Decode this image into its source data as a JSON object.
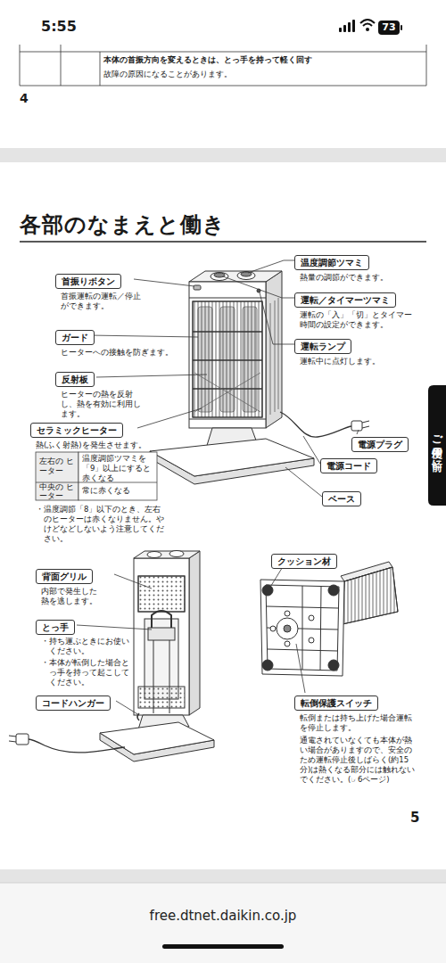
{
  "diagram": {
    "title": "各部のなまえと働き",
    "nodes": [
      {
        "text": [
          "首振りボタン",
          "首振運転の運転／停止ができます。"
        ]
      },
      {
        "text": [
          "温度調節ツマミ",
          "熱量の調節ができます。"
        ]
      },
      {
        "text": [
          "運転／タイマーツマミ",
          "運転の「入」「切」とタイマー時間の設定ができます。"
        ]
      },
      {
        "text": [
          "ガード",
          "ヒーターへの接触を防ぎます。"
        ]
      },
      {
        "text": [
          "運転ランプ",
          "運転中に点灯します。"
        ]
      },
      {
        "text": [
          "反射板",
          "ヒーターの熱を反射し、熱を有効に利用します。"
        ]
      },
      {
        "text": [
          "セラミックヒーター",
          "熱(ふく射熱)を発生させます。"
        ]
      },
      {
        "text": [
          "電源プラグ"
        ]
      },
      {
        "text": [
          "電源コード"
        ]
      },
      {
        "text": [
          "ベース"
        ]
      },
      {
        "text": [
          "背面グリル",
          "内部で発生した熱を逃します。"
        ]
      },
      {
        "text": [
          "クッション材"
        ]
      },
      {
        "text": [
          "とっ手",
          "・持ち運ぶときにお使いください。",
          "・本体が転倒した場合とっ手を持って起こしてください。"
        ]
      },
      {
        "text": [
          "コードハンガー"
        ]
      },
      {
        "text": [
          "転倒保護スイッチ",
          "転倒または持ち上げた場合運転を停止します。",
          "通電されていなくても本体が熱い場合がありますので、安全のため運転停止後しばらく(約15分)は熱くなる部分には触れないでください。(☞6ページ)"
        ]
      }
    ],
    "labels": [
      "5:55",
      "73",
      "本体の首振方向を変えるときは、とっ手を持って軽く回す",
      "故障の原因になることがあります。",
      "4",
      "左右の ヒーター",
      "温度調節ツマミを「9」以上にすると赤くなる",
      "中央の ヒーター",
      "常に赤くなる",
      "・温度調節「8」以下のとき、左右のヒーターは赤くなりません。やけどなどしないよう注意してください。",
      "ご使用の前に",
      "5",
      "free.dtnet.daikin.co.jp"
    ]
  }
}
